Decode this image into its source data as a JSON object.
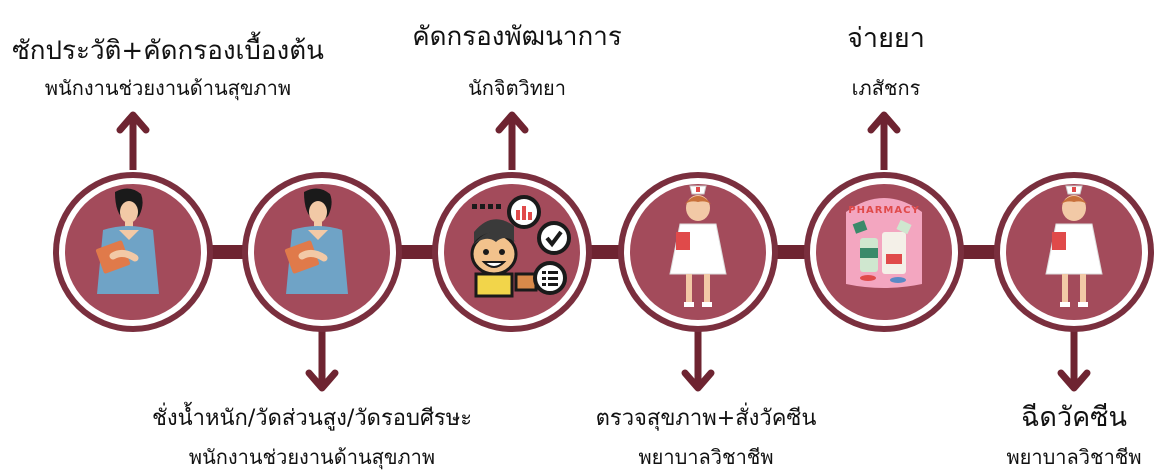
{
  "colors": {
    "disc": "#a34b5b",
    "disc_ring": "#ffffff",
    "disc_border": "#7a2f3e",
    "line": "#6e2431",
    "arrow": "#6e2431"
  },
  "steps": [
    {
      "title": "ซักประวัติ+คัดกรองเบื้องต้น",
      "role": "พนักงานช่วยงานด้านสุขภาพ",
      "icon": "healthworker-clipboard-icon"
    },
    {
      "title": "ชั่งน้ำหนัก/วัดส่วนสูง/วัดรอบศีรษะ",
      "role": "พนักงานช่วยงานด้านสุขภาพ",
      "icon": "healthworker-clipboard-icon"
    },
    {
      "title": "คัดกรองพัฒนาการ",
      "role": "นักจิตวิทยา",
      "icon": "child-development-icon"
    },
    {
      "title": "ตรวจสุขภาพ+สั่งวัคซีน",
      "role": "พยาบาลวิชาชีพ",
      "icon": "nurse-icon"
    },
    {
      "title": "จ่ายยา",
      "role": "เภสัชกร",
      "icon": "pharmacy-icon",
      "badge": "PHARMACY"
    },
    {
      "title": "ฉีดวัคซีน",
      "role": "พยาบาลวิชาชีพ",
      "icon": "nurse-icon"
    }
  ]
}
